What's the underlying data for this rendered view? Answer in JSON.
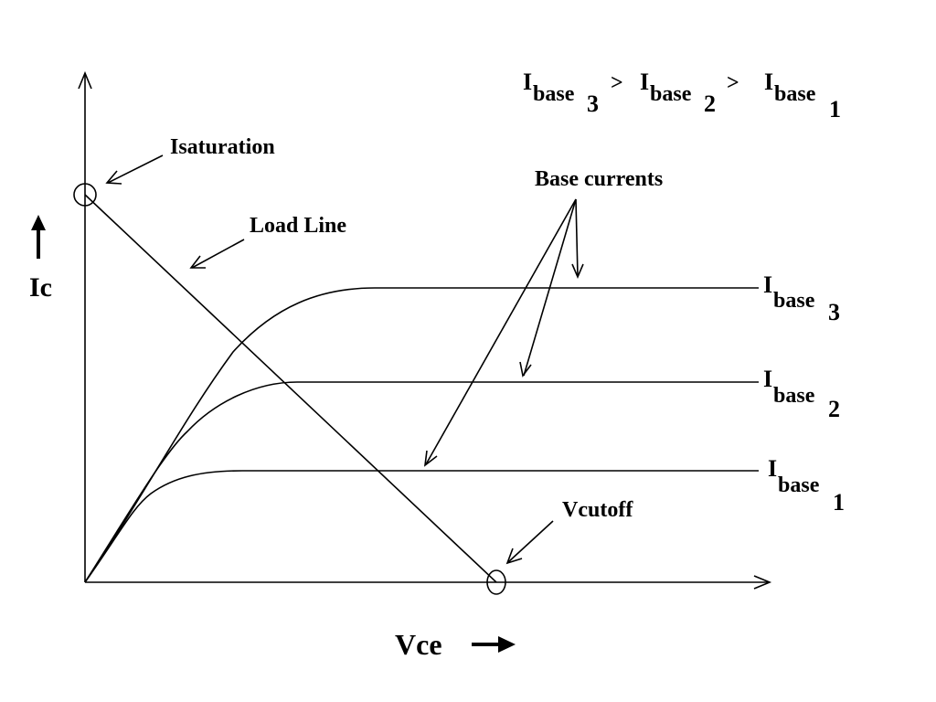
{
  "relation": {
    "i3": "I",
    "s3": "base",
    "n3": "3",
    "gt1": ">",
    "i2": "I",
    "s2": "base",
    "n2": "2",
    "gt2": ">",
    "i1": "I",
    "s1": "base",
    "n1": "1"
  },
  "labels": {
    "saturation": "Isaturation",
    "load_line": "Load Line",
    "base_currents": "Base currents",
    "cutoff": "Vcutoff",
    "y_axis": "Ic",
    "x_axis": "Vce"
  },
  "curves": [
    {
      "i": "I",
      "sub": "base",
      "num": "3"
    },
    {
      "i": "I",
      "sub": "base",
      "num": "2"
    },
    {
      "i": "I",
      "sub": "base",
      "num": "1"
    }
  ]
}
